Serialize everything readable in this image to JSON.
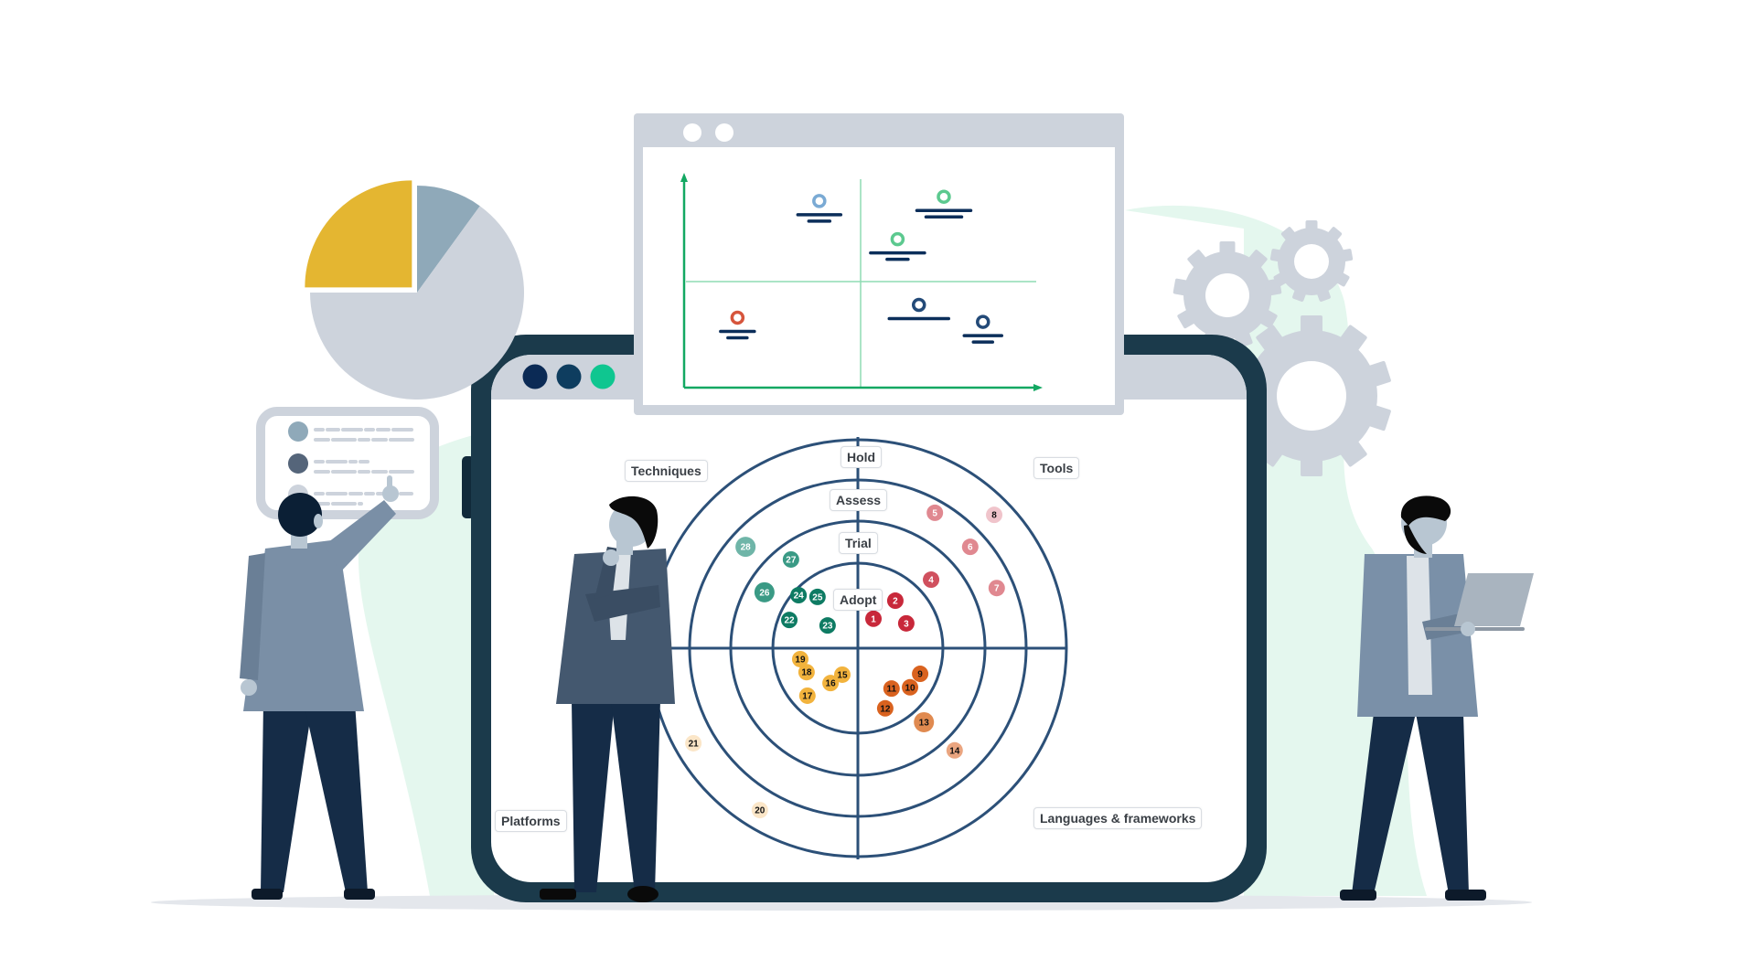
{
  "colors": {
    "frame": "#1b3a4b",
    "panel_grey": "#cdd3dc",
    "ring_stroke": "#2c5078",
    "axis_green": "#13a862",
    "pie_yellow": "#e4b631",
    "pie_blue": "#8fa9b9",
    "background_mint": "#e4f7ee"
  },
  "window_dots": [
    "#0b2a55",
    "#0e3d5f",
    "#0fc690"
  ],
  "pie": {
    "slices": [
      {
        "fraction": 0.25,
        "color": "#e4b631",
        "exploded": true
      },
      {
        "fraction": 0.1,
        "color": "#8fa9b9",
        "exploded": false
      },
      {
        "fraction": 0.65,
        "color": "#cdd3dc",
        "exploded": false
      }
    ]
  },
  "matrix_chart": {
    "type": "scatter",
    "xlim": [
      0,
      10
    ],
    "ylim": [
      0,
      10
    ],
    "points": [
      {
        "x": 3.8,
        "y": 8.8,
        "color": "#7aaad4",
        "bars": 2
      },
      {
        "x": 7.3,
        "y": 9.0,
        "color": "#5cc98f",
        "bars": 2
      },
      {
        "x": 6.0,
        "y": 7.0,
        "color": "#5cc98f",
        "bars": 2
      },
      {
        "x": 1.5,
        "y": 3.3,
        "color": "#d6553c",
        "bars": 2
      },
      {
        "x": 6.6,
        "y": 3.9,
        "color": "#234a78",
        "bars": 1
      },
      {
        "x": 8.4,
        "y": 3.1,
        "color": "#234a78",
        "bars": 2
      }
    ]
  },
  "chart_data": {
    "type": "scatter",
    "title": "Technology radar",
    "rings": [
      "Adopt",
      "Trial",
      "Assess",
      "Hold"
    ],
    "ring_bounds": [
      2,
      3,
      4,
      5
    ],
    "quadrants": {
      "top_left": "Techniques",
      "top_right": "Tools",
      "bottom_right": "Languages & frameworks",
      "bottom_left": "Platforms"
    },
    "blips": [
      {
        "id": "1",
        "x": 0.37,
        "y": 0.7,
        "color": "#c8283a",
        "text": "#ffffff"
      },
      {
        "id": "2",
        "x": 0.89,
        "y": 1.13,
        "color": "#c8283a",
        "text": "#ffffff"
      },
      {
        "id": "3",
        "x": 1.15,
        "y": 0.59,
        "color": "#c8283a",
        "text": "#ffffff"
      },
      {
        "id": "4",
        "x": 1.74,
        "y": 1.63,
        "color": "#d0505e",
        "text": "#ffffff"
      },
      {
        "id": "5",
        "x": 1.83,
        "y": 3.22,
        "color": "#e08890",
        "text": "#ffffff"
      },
      {
        "id": "6",
        "x": 2.67,
        "y": 2.41,
        "color": "#e08890",
        "text": "#ffffff"
      },
      {
        "id": "7",
        "x": 3.3,
        "y": 1.43,
        "color": "#e08890",
        "text": "#ffffff"
      },
      {
        "id": "8",
        "x": 3.24,
        "y": 3.17,
        "color": "#f0c4cb",
        "text": "#111111"
      },
      {
        "id": "9",
        "x": 1.48,
        "y": -0.61,
        "color": "#d9621f",
        "text": "#111111"
      },
      {
        "id": "10",
        "x": 1.24,
        "y": -0.93,
        "color": "#d9621f",
        "text": "#111111"
      },
      {
        "id": "11",
        "x": 0.8,
        "y": -0.96,
        "color": "#d9621f",
        "text": "#111111"
      },
      {
        "id": "12",
        "x": 0.65,
        "y": -1.43,
        "color": "#d9621f",
        "text": "#111111"
      },
      {
        "id": "13",
        "x": 1.57,
        "y": -1.76,
        "color": "#e08a50",
        "text": "#111111"
      },
      {
        "id": "14",
        "x": 2.3,
        "y": -2.43,
        "color": "#eaa580",
        "text": "#111111"
      },
      {
        "id": "15",
        "x": -0.37,
        "y": -0.63,
        "color": "#f2b33d",
        "text": "#111111"
      },
      {
        "id": "16",
        "x": -0.65,
        "y": -0.83,
        "color": "#f2b33d",
        "text": "#111111"
      },
      {
        "id": "17",
        "x": -1.2,
        "y": -1.13,
        "color": "#f2b33d",
        "text": "#111111"
      },
      {
        "id": "18",
        "x": -1.22,
        "y": -0.57,
        "color": "#f2b33d",
        "text": "#111111"
      },
      {
        "id": "19",
        "x": -1.37,
        "y": -0.26,
        "color": "#f2b33d",
        "text": "#111111"
      },
      {
        "id": "20",
        "x": -2.33,
        "y": -3.85,
        "color": "#fbe6c8",
        "text": "#111111"
      },
      {
        "id": "21",
        "x": -3.91,
        "y": -2.26,
        "color": "#fbe6c8",
        "text": "#111111"
      },
      {
        "id": "22",
        "x": -1.63,
        "y": 0.67,
        "color": "#0e7b63",
        "text": "#ffffff"
      },
      {
        "id": "23",
        "x": -0.72,
        "y": 0.54,
        "color": "#0e7b63",
        "text": "#ffffff"
      },
      {
        "id": "24",
        "x": -1.41,
        "y": 1.26,
        "color": "#0e7b63",
        "text": "#ffffff"
      },
      {
        "id": "25",
        "x": -0.96,
        "y": 1.22,
        "color": "#0e7b63",
        "text": "#ffffff"
      },
      {
        "id": "26",
        "x": -2.22,
        "y": 1.33,
        "color": "#3a9a85",
        "text": "#ffffff"
      },
      {
        "id": "27",
        "x": -1.59,
        "y": 2.11,
        "color": "#3a9a85",
        "text": "#ffffff"
      },
      {
        "id": "28",
        "x": -2.67,
        "y": 2.41,
        "color": "#6fb5a8",
        "text": "#ffffff"
      }
    ]
  }
}
